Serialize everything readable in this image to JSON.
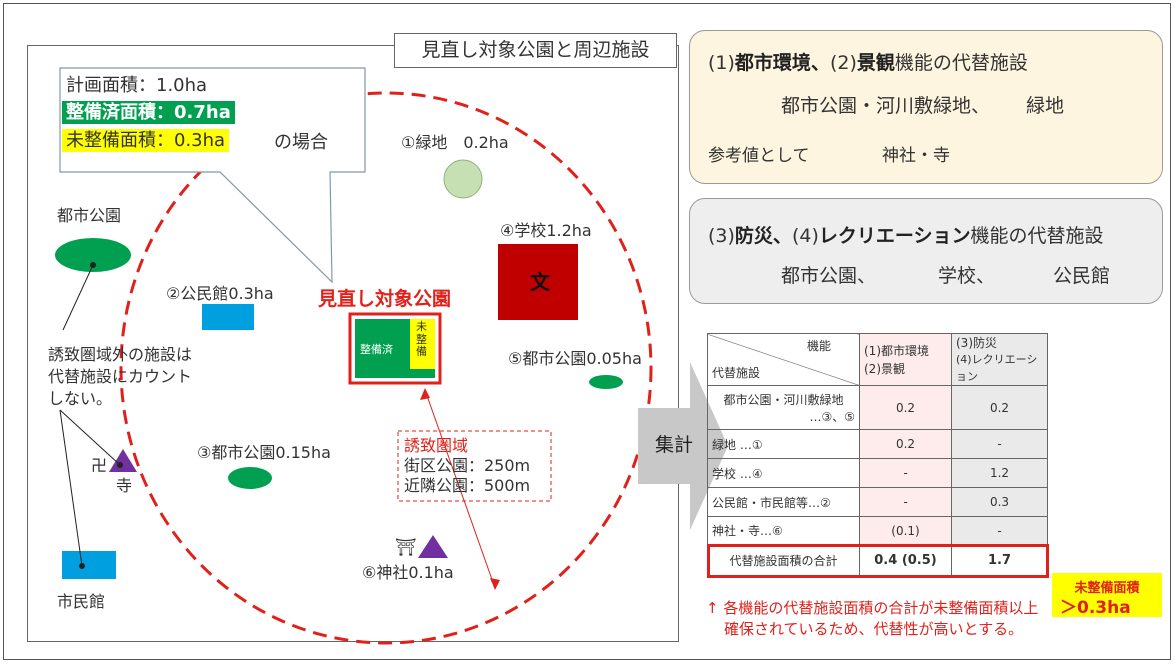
{
  "map": {
    "title": "見直し対象公園と周辺施設",
    "callout": {
      "line1": "計画面積：1.0ha",
      "line2": "整備済面積：0.7ha",
      "line3": "未整備面積：0.3ha",
      "line3_suffix": "の場合"
    },
    "target_park": {
      "label": "見直し対象公園",
      "developed": "整備済",
      "undeveloped": "未整備"
    },
    "facilities": {
      "green_area": "①緑地　0.2ha",
      "community_hall": "②公民館0.3ha",
      "park3": "③都市公園0.15ha",
      "school": "④学校1.2ha",
      "school_mark": "文",
      "park5": "⑤都市公園0.05ha",
      "shrine": "⑥神社0.1ha",
      "shrine_mark": "⛩",
      "city_park": "都市公園",
      "temple": "寺",
      "temple_mark": "卍",
      "civic_hall": "市民館"
    },
    "outside_note": [
      "誘致圏域外の施設は",
      "代替施設にカウント",
      "しない。"
    ],
    "catchment": {
      "title": "誘致圏域",
      "line1": "街区公園：250m",
      "line2": "近隣公園：500m"
    }
  },
  "arrow_label": "集計",
  "card1": {
    "l1_a": "(1)",
    "l1_b": "都市環境、",
    "l1_c": "(2)",
    "l1_d": "景観",
    "l1_e": "機能の代替施設",
    "l2_a": "都市公園・河川敷緑地、",
    "l2_b": "緑地",
    "l3_a": "参考値として",
    "l3_b": "神社・寺"
  },
  "card2": {
    "l1_a": "(3)",
    "l1_b": "防災、",
    "l1_c": "(4)",
    "l1_d": "レクリエーション",
    "l1_e": "機能の代替施設",
    "l2_a": "都市公園、",
    "l2_b": "学校、",
    "l2_c": "公民館"
  },
  "table": {
    "hdr_func": "機能",
    "hdr_fac": "代替施設",
    "col1a": "(1)都市環境",
    "col1b": "(2)景観",
    "col2a": "(3)防災",
    "col2b": "(4)レクリエーション",
    "rows": [
      {
        "name1": "都市公園・河川敷緑地",
        "name2": "…③、⑤",
        "v1": "0.2",
        "v2": "0.2"
      },
      {
        "name1": "緑地 …①",
        "name2": "",
        "v1": "0.2",
        "v2": "-"
      },
      {
        "name1": "学校 …④",
        "name2": "",
        "v1": "-",
        "v2": "1.2"
      },
      {
        "name1": "公民館・市民館等…②",
        "name2": "",
        "v1": "-",
        "v2": "0.3"
      },
      {
        "name1": "神社・寺…⑥",
        "name2": "",
        "v1": "(0.1)",
        "v2": "-"
      }
    ],
    "total_label": "代替施設面積の合計",
    "total_v1": "0.4 (0.5)",
    "total_v2": "1.7",
    "badge_line1": "未整備面積",
    "badge_line2": "＞0.3ha"
  },
  "conclusion": {
    "line1": "↑ 各機能の代替施設面積の合計が未整備面積以上",
    "line2": "確保されているため、代替性が高いとする。"
  },
  "colors": {
    "red": "#e0211b",
    "green": "#00a050",
    "blue": "#00a0e0",
    "dark_red": "#c00000",
    "purple": "#7030a0",
    "light_green": "#c6e0b4",
    "yellow": "#ffff00"
  }
}
